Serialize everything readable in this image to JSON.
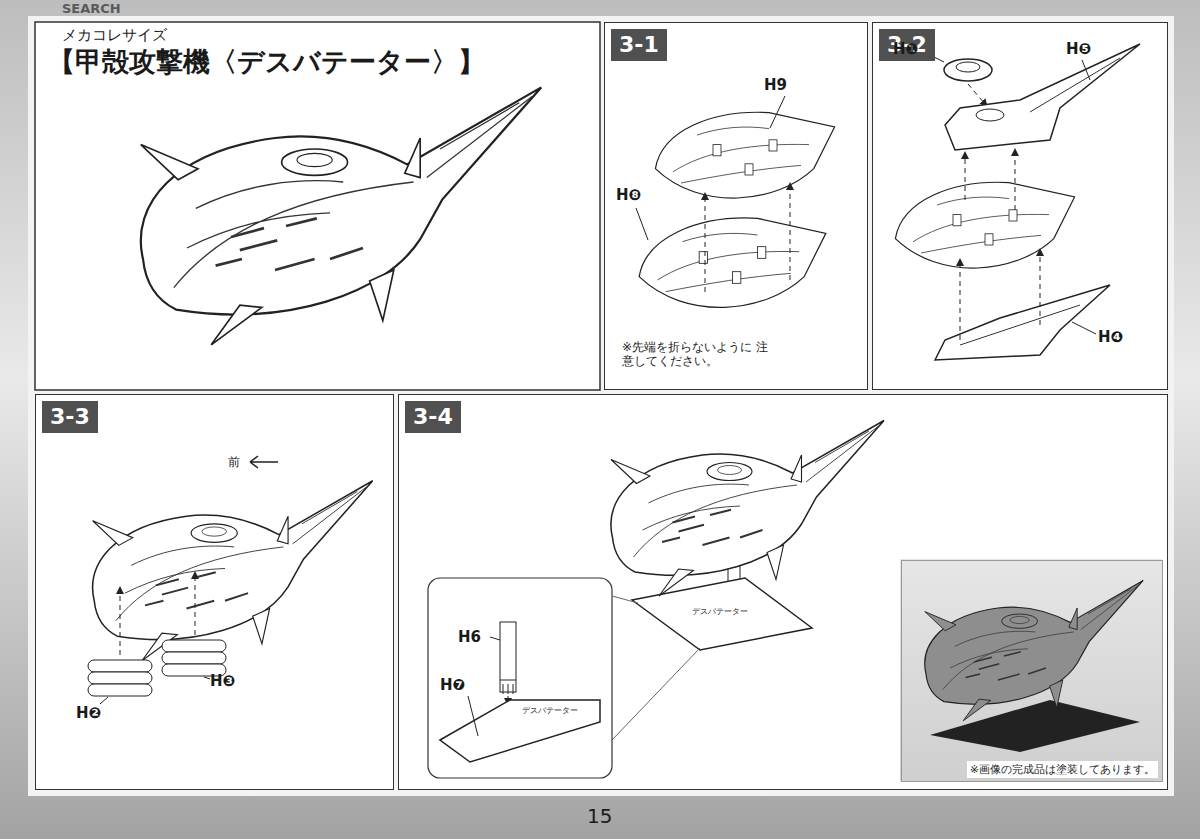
{
  "diagram": {
    "title": "【甲殻攻撃機〈デスバテーター〉】",
    "nodes": [
      {
        "text": [
          "3-1"
        ]
      },
      {
        "text": [
          "3-2"
        ]
      },
      {
        "text": [
          "3-3"
        ]
      },
      {
        "text": [
          "3-4"
        ]
      },
      {
        "text": [
          "※画像の完成品は塗装してあります。"
        ],
        "in": 3
      }
    ],
    "edges": [],
    "labels": [
      "SEARCH",
      "メカコレサイズ",
      "H9",
      "H❽",
      "※先端を折らないように 注意してください。",
      "H❶",
      "H❺",
      "H❹",
      "前",
      "H❷",
      "H❸",
      "H6",
      "H❼",
      "デスバテーター",
      "デスバテーター",
      "15"
    ]
  }
}
